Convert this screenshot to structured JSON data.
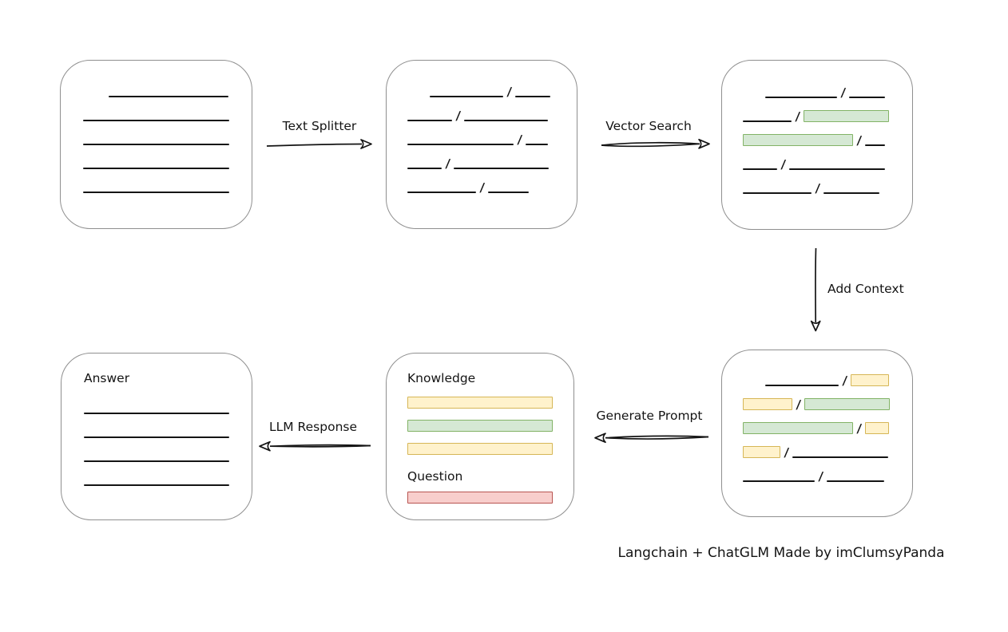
{
  "colors": {
    "ink": "#141414",
    "box_stroke": "#8f8f8f",
    "green_fill": "#d5e8d4",
    "green_stroke": "#82b366",
    "yellow_fill": "#fff2cc",
    "yellow_stroke": "#d6b656",
    "red_fill": "#f8cecc",
    "red_stroke": "#b85450"
  },
  "glyphs": {
    "slash": "/"
  },
  "prompt_node": {
    "knowledge_label": "Knowledge",
    "question_label": "Question"
  },
  "answer_node": {
    "label": "Answer"
  },
  "arrow_labels": {
    "text_splitter": "Text Splitter",
    "vector_search": "Vector Search",
    "add_context": "Add Context",
    "generate_prompt": "Generate Prompt",
    "llm_response": "LLM Response"
  },
  "footer": {
    "credit": "Langchain + ChatGLM Made by imClumsyPanda"
  }
}
